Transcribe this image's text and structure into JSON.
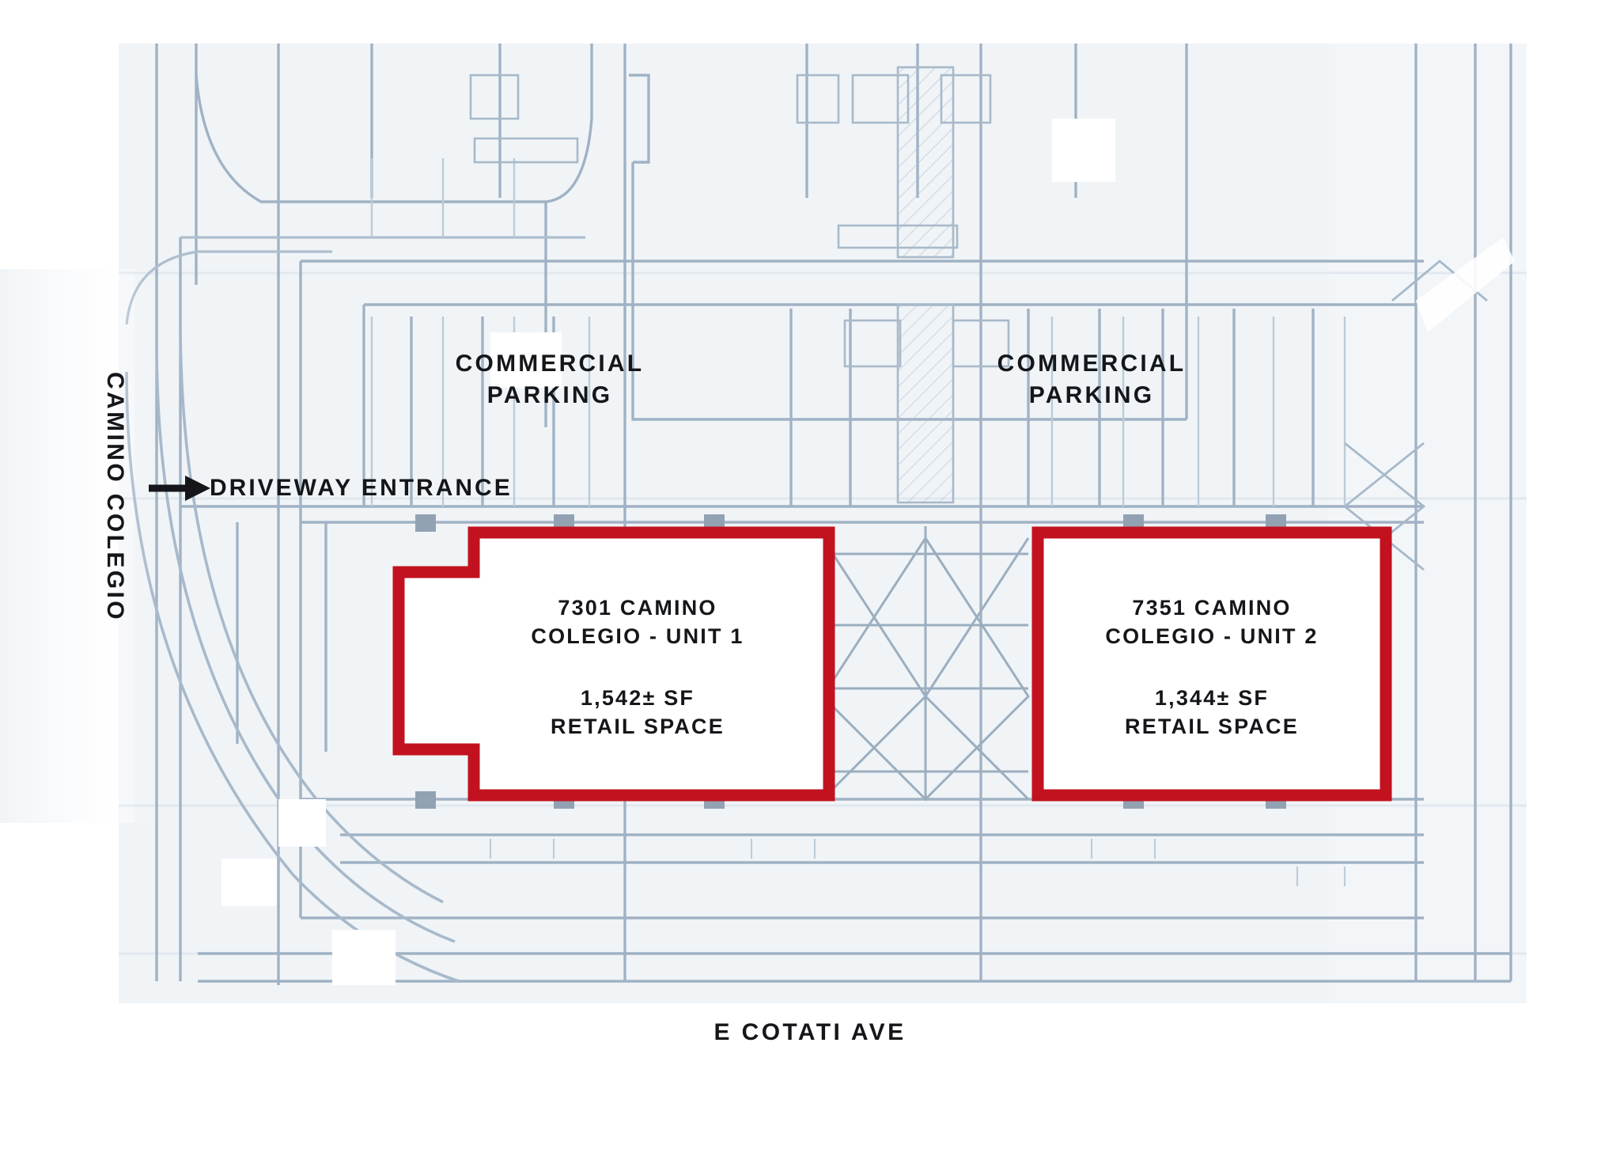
{
  "plan": {
    "type": "site-plan",
    "colors": {
      "highlight_red": "#c2121f",
      "cad_line": "#8fa3b8",
      "cad_line_dark": "#5d7489",
      "text": "#14161a",
      "background": "#ffffff"
    }
  },
  "streets": {
    "left": "CAMINO COLEGIO",
    "bottom": "E COTATI AVE"
  },
  "annotations": {
    "driveway": "DRIVEWAY ENTRANCE",
    "arrow_icon": "right-arrow-icon"
  },
  "parking": {
    "left": "COMMERCIAL\nPARKING",
    "right": "COMMERCIAL\nPARKING"
  },
  "units": [
    {
      "id": "unit-1",
      "name": "7301 CAMINO\nCOLEGIO - UNIT 1",
      "size": "1,542± SF\nRETAIL SPACE",
      "address": "7301 CAMINO COLEGIO",
      "unit_label": "UNIT 1",
      "area_sf": "1,542±",
      "use": "RETAIL SPACE"
    },
    {
      "id": "unit-2",
      "name": "7351 CAMINO\nCOLEGIO - UNIT 2",
      "size": "1,344± SF\nRETAIL SPACE",
      "address": "7351 CAMINO COLEGIO",
      "unit_label": "UNIT 2",
      "area_sf": "1,344±",
      "use": "RETAIL SPACE"
    }
  ]
}
